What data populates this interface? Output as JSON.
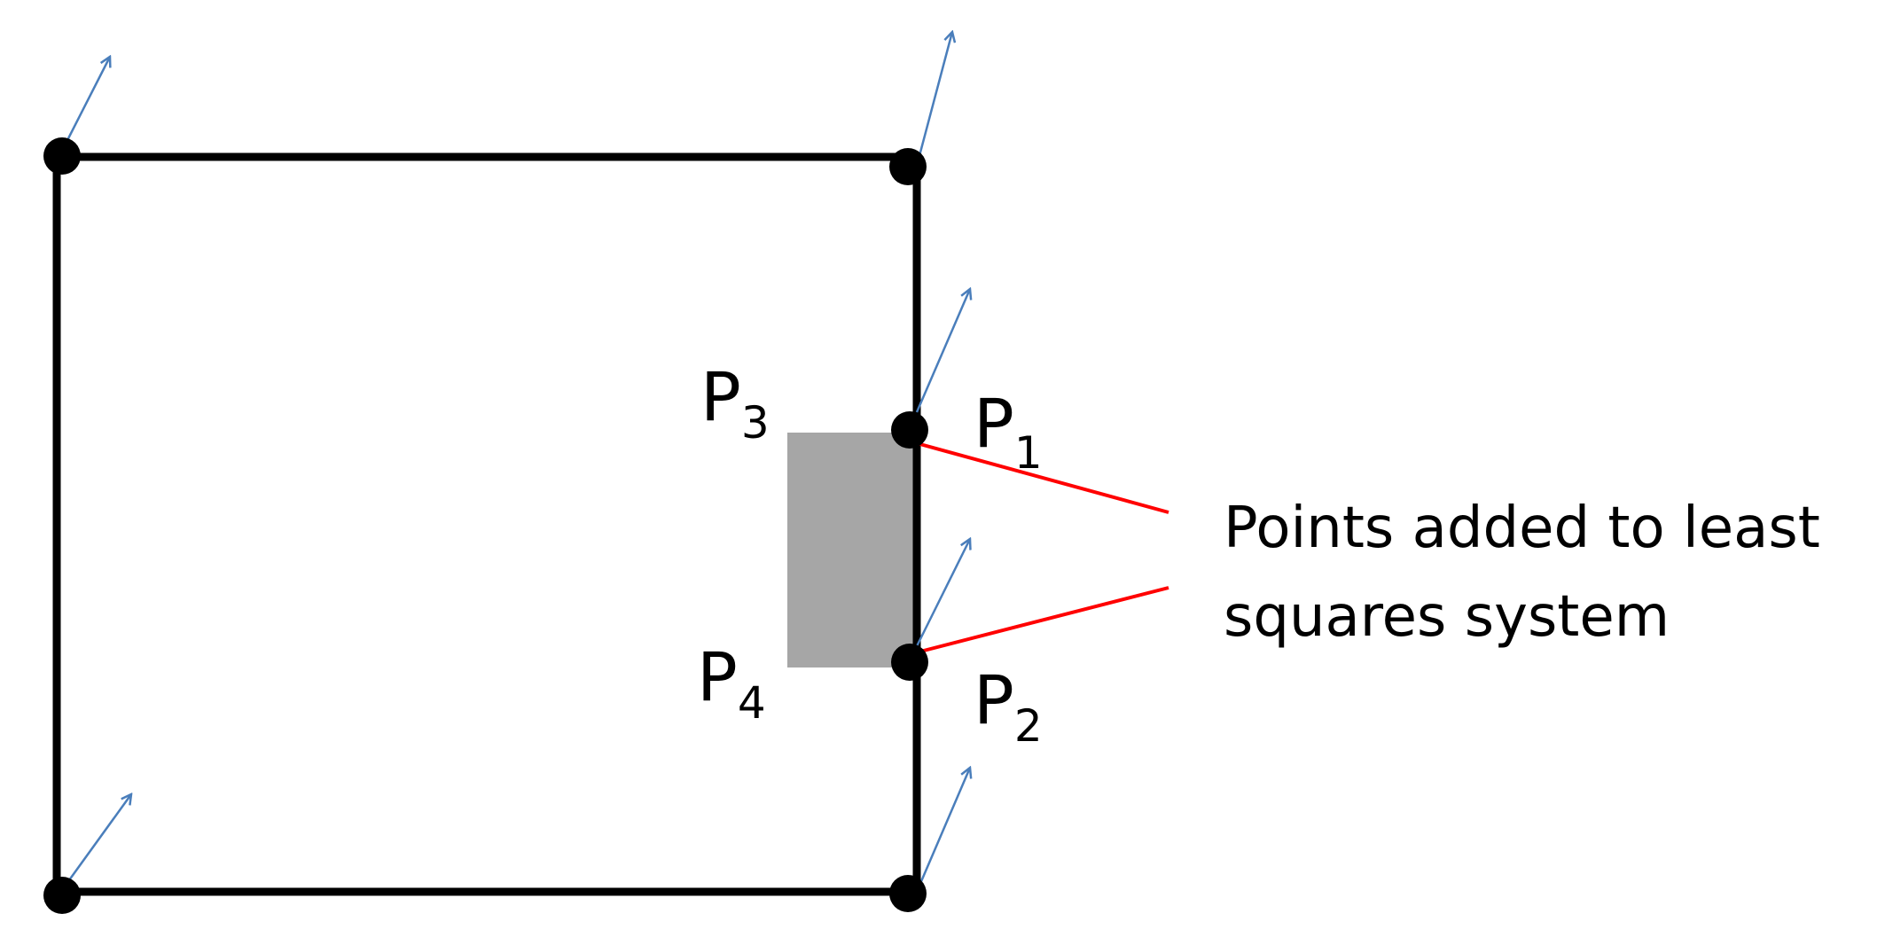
{
  "colors": {
    "outline": "#000000",
    "normal_arrow": "#4a7ebb",
    "leader_line": "#ff0000",
    "highlight_cell": "#a6a6a6"
  },
  "points": {
    "p1": {
      "letter": "P",
      "sub": "1"
    },
    "p2": {
      "letter": "P",
      "sub": "2"
    },
    "p3": {
      "letter": "P",
      "sub": "3"
    },
    "p4": {
      "letter": "P",
      "sub": "4"
    }
  },
  "annotation": {
    "line1": "Points added to least",
    "line2": "squares system"
  }
}
